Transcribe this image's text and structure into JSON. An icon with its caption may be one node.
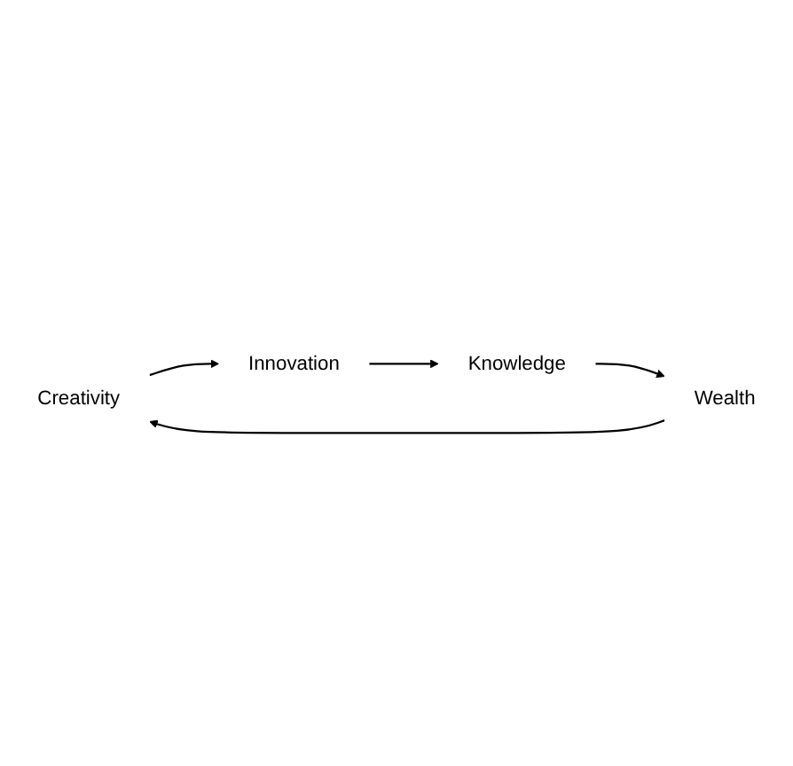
{
  "diagram": {
    "nodes": [
      {
        "text": [
          "Creativity"
        ]
      },
      {
        "text": [
          "Innovation"
        ]
      },
      {
        "text": [
          "Knowledge"
        ]
      },
      {
        "text": [
          "Wealth"
        ]
      }
    ],
    "edges": [
      {
        "from": 0,
        "to": 1,
        "arrow": "to"
      },
      {
        "from": 1,
        "to": 2,
        "arrow": "to"
      },
      {
        "from": 2,
        "to": 3,
        "arrow": "to"
      },
      {
        "from": 3,
        "to": 0,
        "arrow": "to"
      }
    ]
  }
}
